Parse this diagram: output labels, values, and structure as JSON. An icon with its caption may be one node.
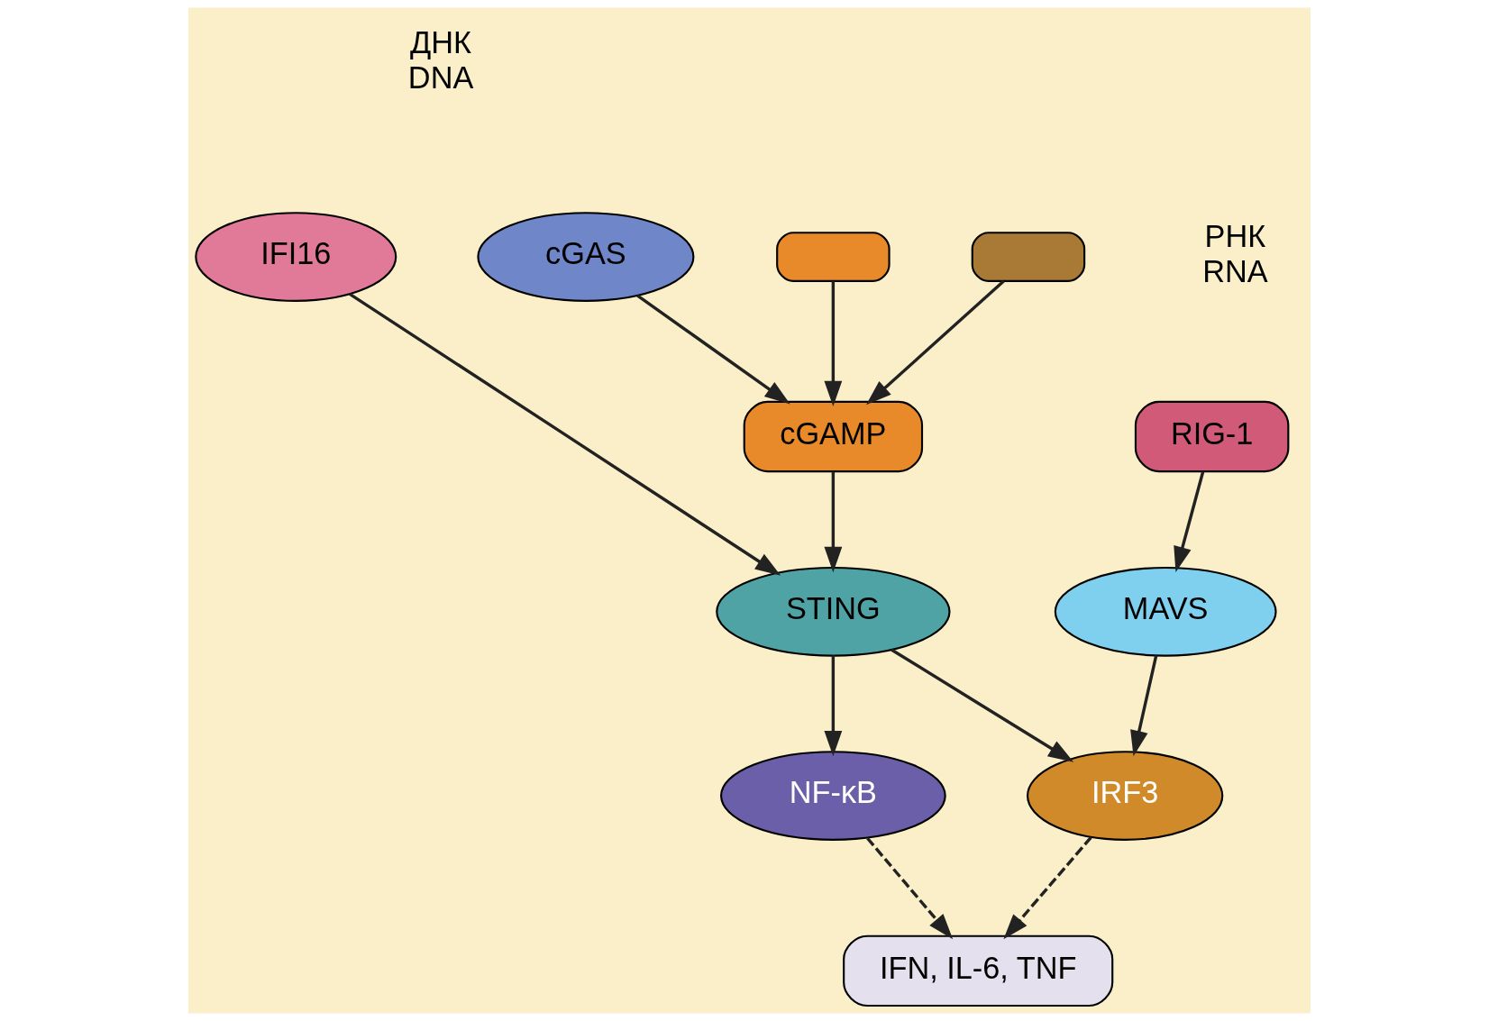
{
  "diagram": {
    "nodes": [
      {
        "text": [
          "ДНК",
          "DNA"
        ]
      },
      {
        "text": [
          "cGAS"
        ]
      },
      {
        "text": [
          "IFI16"
        ]
      },
      {
        "text": [],
        "shape": "box"
      },
      {
        "text": [],
        "shape": "box"
      },
      {
        "text": [
          "cGAMP"
        ]
      },
      {
        "text": [
          "STING"
        ]
      },
      {
        "text": [
          "РНК",
          "RNA"
        ]
      },
      {
        "text": [
          "RIG-1"
        ]
      },
      {
        "text": [
          "MAVS"
        ]
      },
      {
        "text": [
          "IRF3"
        ]
      },
      {
        "text": [
          "NF-κB"
        ]
      },
      {
        "text": [
          "IFN, IL-6, TNF"
        ]
      }
    ],
    "edges": [
      {
        "from": 1,
        "to": 5,
        "arrow": "to"
      },
      {
        "from": 3,
        "to": 5,
        "arrow": "to"
      },
      {
        "from": 4,
        "to": 5,
        "arrow": "to"
      },
      {
        "from": 5,
        "to": 6,
        "arrow": "to"
      },
      {
        "from": 2,
        "to": 6,
        "arrow": "to"
      },
      {
        "from": 8,
        "to": 9,
        "arrow": "to"
      },
      {
        "from": 9,
        "to": 10,
        "arrow": "to"
      },
      {
        "from": 6,
        "to": 10,
        "arrow": "to"
      },
      {
        "from": 6,
        "to": 11,
        "arrow": "to"
      },
      {
        "from": 10,
        "to": 12,
        "arrow": "to",
        "style": "dashed"
      },
      {
        "from": 11,
        "to": 12,
        "arrow": "to",
        "style": "dashed"
      }
    ]
  }
}
